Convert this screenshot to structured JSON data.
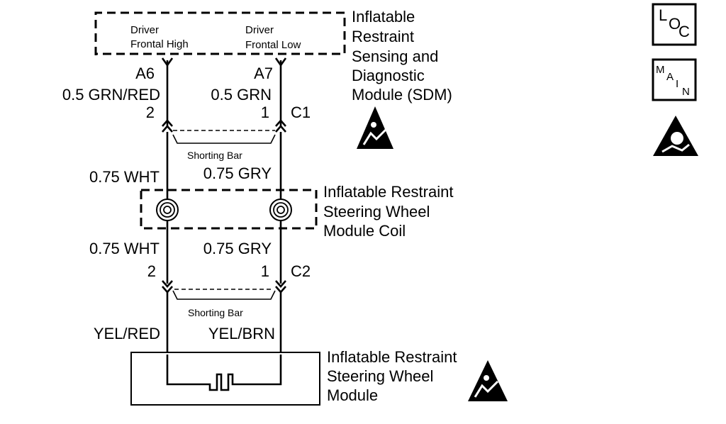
{
  "sdm": {
    "title_lines": [
      "Inflatable",
      "Restraint",
      "Sensing and",
      "Diagnostic",
      "Module (SDM)"
    ],
    "driver_high": [
      "Driver",
      "Frontal High"
    ],
    "driver_low": [
      "Driver",
      "Frontal Low"
    ]
  },
  "connector_c1": {
    "name": "C1",
    "left": {
      "terminal": "A6",
      "wire": "0.5 GRN/RED",
      "pin": "2"
    },
    "right": {
      "terminal": "A7",
      "wire": "0.5 GRN",
      "pin": "1"
    },
    "shorting_bar": "Shorting Bar"
  },
  "coil": {
    "title_lines": [
      "Inflatable Restraint",
      "Steering Wheel",
      "Module Coil"
    ],
    "upper_left_wire": "0.75 WHT",
    "upper_right_wire": "0.75 GRY",
    "lower_left_wire": "0.75 WHT",
    "lower_right_wire": "0.75 GRY"
  },
  "connector_c2": {
    "name": "C2",
    "left_pin": "2",
    "right_pin": "1",
    "shorting_bar": "Shorting Bar"
  },
  "module": {
    "left_wire": "YEL/RED",
    "right_wire": "YEL/BRN",
    "title_lines": [
      "Inflatable Restraint",
      "Steering Wheel",
      "Module"
    ]
  },
  "side_icons": {
    "loc": [
      "L",
      "O",
      "C"
    ],
    "main": [
      "M",
      "A",
      "I",
      "N"
    ]
  },
  "icons": [
    "esd-warning-icon",
    "airbag-warning-icon",
    "loc-icon",
    "main-icon"
  ]
}
